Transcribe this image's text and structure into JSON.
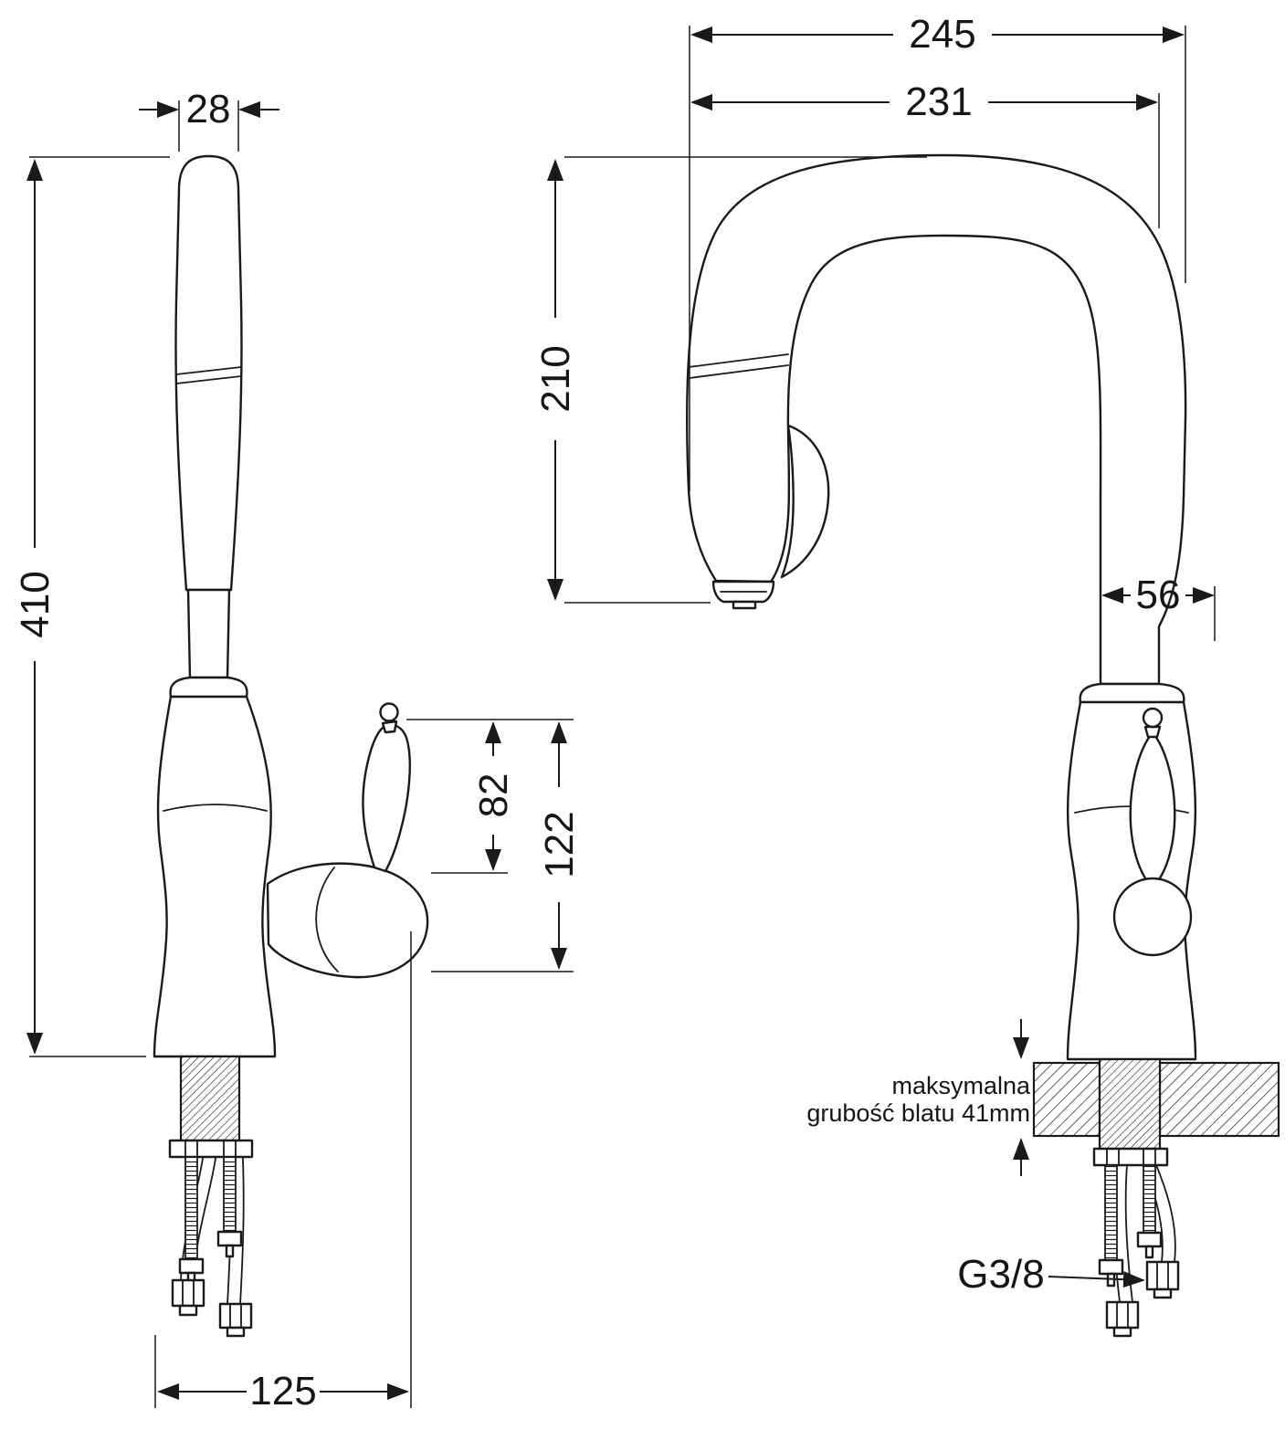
{
  "colors": {
    "line": "#1a1a1a",
    "background": "#ffffff"
  },
  "left_view": {
    "dims": {
      "spout_top_width": "28",
      "total_height": "410",
      "handle_height": "82",
      "handle_assembly_height": "122",
      "base_depth": "125"
    }
  },
  "right_view": {
    "dims": {
      "overall_width": "245",
      "spout_reach": "231",
      "spout_height": "210",
      "body_offset": "56"
    },
    "countertop_note_line1": "maksymalna",
    "countertop_note_line2": "grubość blatu 41mm",
    "thread_label": "G3/8"
  }
}
